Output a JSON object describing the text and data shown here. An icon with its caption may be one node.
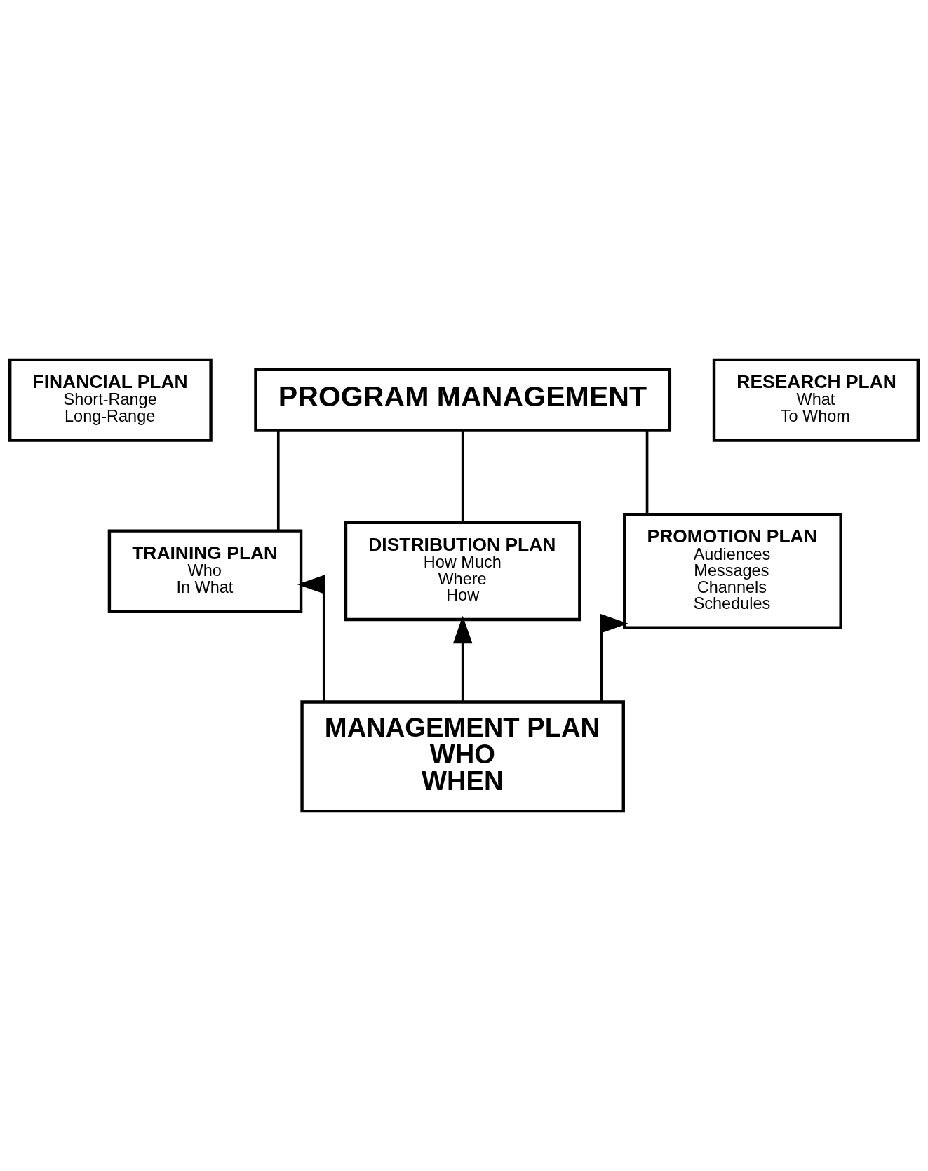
{
  "diagram": {
    "nodes": [
      {
        "text": [
          "MANAGEMENT PLAN",
          "WHO",
          "WHEN"
        ]
      },
      {
        "text": [
          "TRAINING PLAN",
          "Who",
          "In What"
        ]
      },
      {
        "text": [
          "DISTRIBUTION PLAN",
          "How Much",
          "Where",
          "How"
        ]
      },
      {
        "text": [
          "PROMOTION PLAN",
          "Audiences",
          "Messages",
          "Channels",
          "Schedules"
        ]
      },
      {
        "text": [
          "FINANCIAL PLAN",
          "Short-Range",
          "Long-Range"
        ]
      },
      {
        "text": [
          "PROGRAM MANAGEMENT"
        ]
      },
      {
        "text": [
          "RESEARCH PLAN",
          "What",
          "To Whom"
        ]
      }
    ],
    "edges": [
      {
        "from": 0,
        "to": 1,
        "arrow": "to"
      },
      {
        "from": 0,
        "to": 2,
        "arrow": "to"
      },
      {
        "from": 0,
        "to": 3,
        "arrow": "to"
      },
      {
        "from": 1,
        "to": 5,
        "arrow": "none"
      },
      {
        "from": 2,
        "to": 5,
        "arrow": "none"
      },
      {
        "from": 3,
        "to": 5,
        "arrow": "none"
      }
    ]
  }
}
